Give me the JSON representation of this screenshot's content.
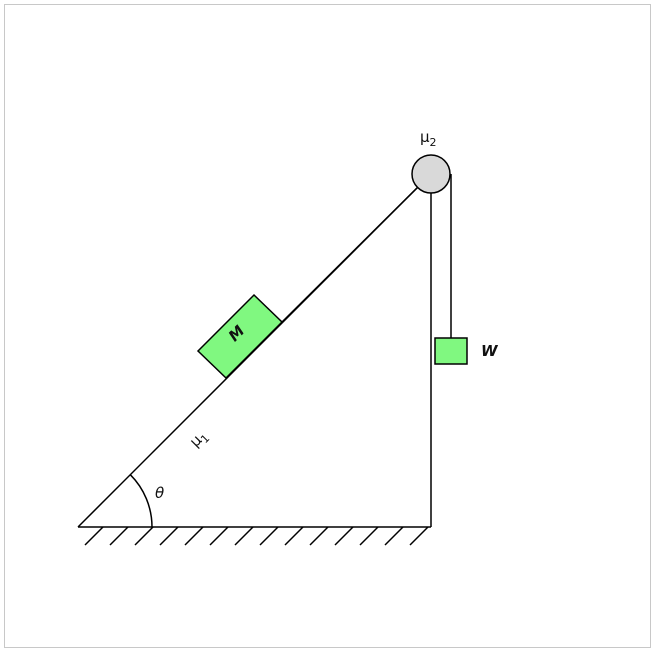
{
  "labels": {
    "block_m": "M",
    "block_w": "W",
    "mu1_base": "μ",
    "mu1_sub": "1",
    "mu2_base": "μ",
    "mu2_sub": "2",
    "theta": "θ"
  },
  "colors": {
    "block_fill": "#80f880",
    "pulley_fill": "#d9d9d9",
    "stroke": "#000000",
    "border": "#c8c8c8"
  }
}
